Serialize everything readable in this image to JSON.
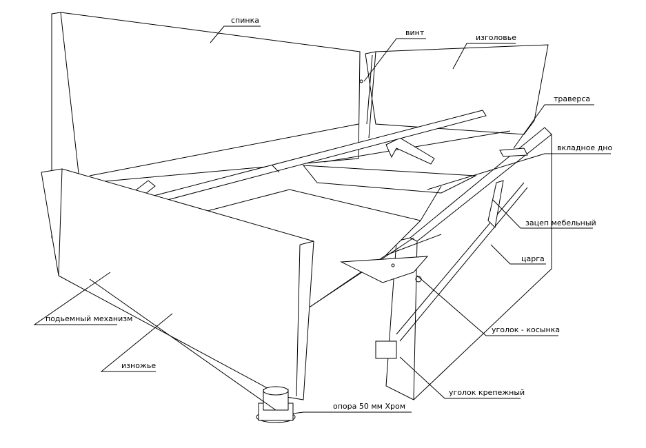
{
  "labels": {
    "spinka": "спинка",
    "vint": "винт",
    "izgolovie": "изголовье",
    "traversa": "траверса",
    "vkladnoe_dno": "вкладное дно",
    "zacep": "зацеп мебельный",
    "carga": "царга",
    "ugolok_kosynka": "уголок - косынка",
    "ugolok_krepezhny": "уголок крепежный",
    "opora": "опора 50 мм Хром",
    "iznozhie": "изножье",
    "mehanizm": "подьемный механизм"
  }
}
